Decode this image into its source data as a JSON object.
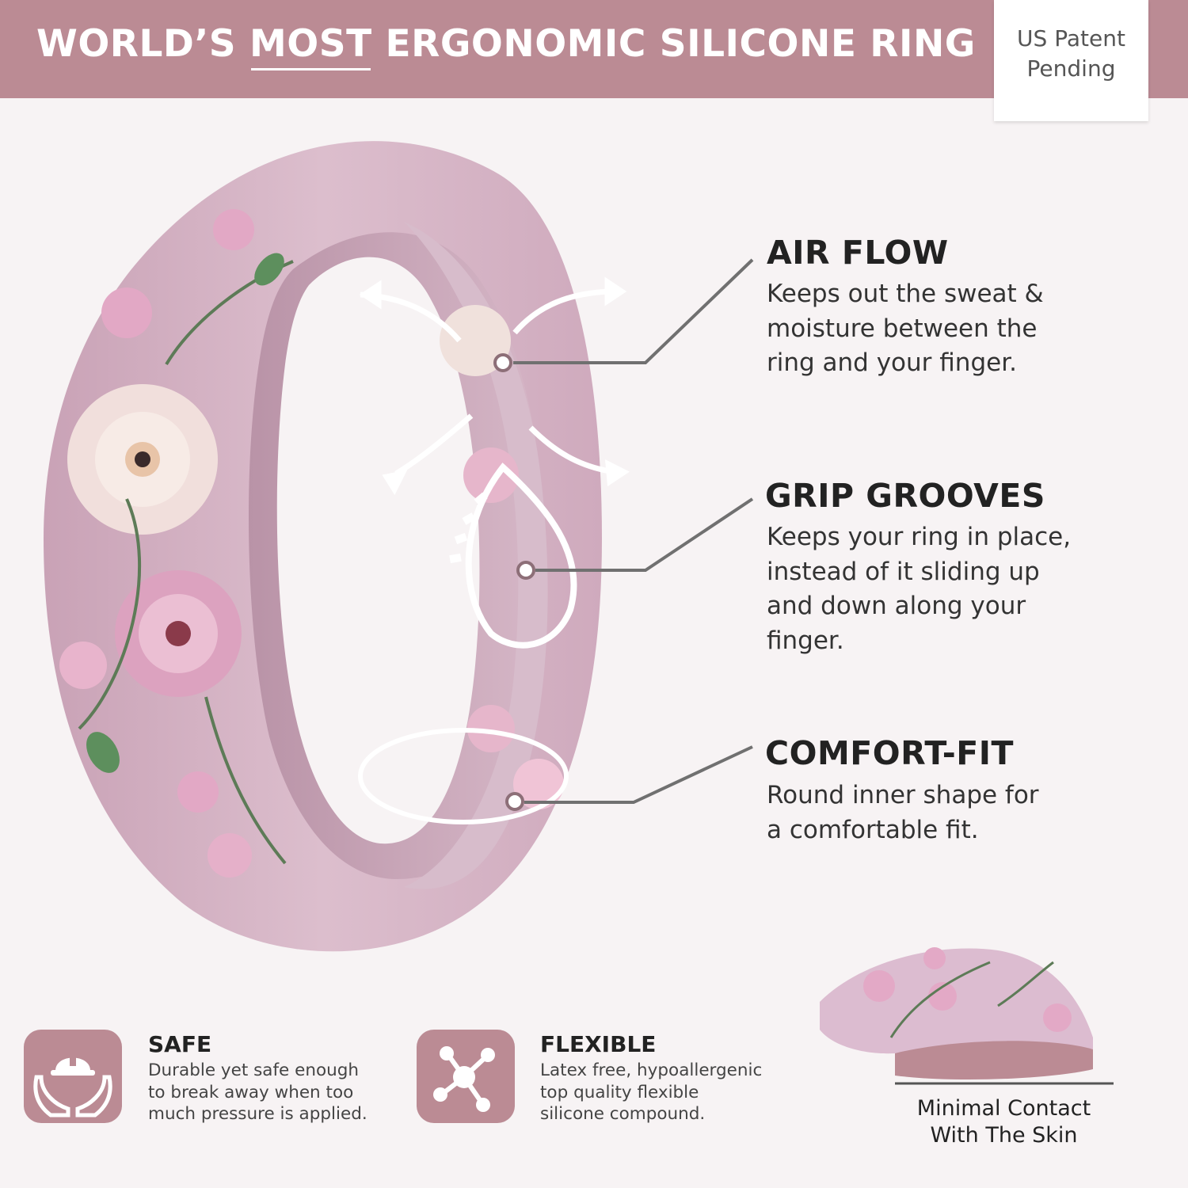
{
  "header": {
    "title_part1": "WORLD’S ",
    "title_underlined": "MOST",
    "title_part2": " ERGONOMIC SILICONE RING",
    "patent_line1": "US Patent",
    "patent_line2": "Pending"
  },
  "features": [
    {
      "title": "AIR FLOW",
      "line1": "Keeps out the sweat &",
      "line2": "moisture between the",
      "line3": "ring and your finger.",
      "line4": ""
    },
    {
      "title": "GRIP GROOVES",
      "line1": "Keeps your ring in place,",
      "line2": "instead of  it sliding up",
      "line3": "and down along your",
      "line4": "finger."
    },
    {
      "title": "COMFORT-FIT",
      "line1": "Round inner shape for",
      "line2": "a comfortable fit.",
      "line3": "",
      "line4": ""
    }
  ],
  "bottom": {
    "safe": {
      "title": "SAFE",
      "line1": "Durable yet safe enough",
      "line2": "to break away when too",
      "line3": "much pressure is applied.",
      "icon": "hands-hardhat-icon"
    },
    "flexible": {
      "title": "FLEXIBLE",
      "line1": "Latex free, hypoallergenic",
      "line2": "top quality flexible",
      "line3": "silicone compound.",
      "icon": "molecule-icon"
    },
    "cross_section": {
      "line1": "Minimal Contact",
      "line2": "With The Skin"
    }
  },
  "colors": {
    "brand": "#bb8b94",
    "ring": "#d9b8c8",
    "background": "#f7f3f4"
  }
}
